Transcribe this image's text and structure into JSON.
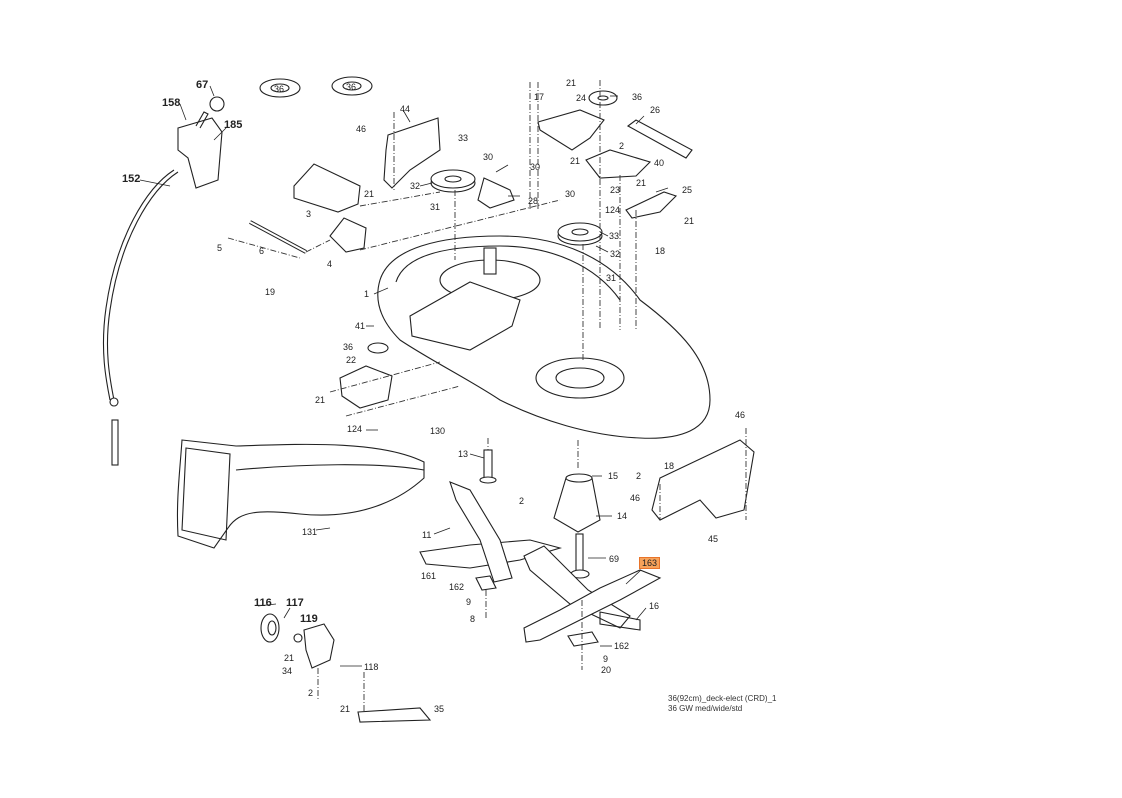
{
  "diagram": {
    "title": "Mower deck exploded parts diagram",
    "caption_line1": "36(92cm)_deck-elect (CRD)_1",
    "caption_line2": "36 GW med/wide/std",
    "highlighted_part": "163",
    "highlight_color": "#f7a25a",
    "labels": {
      "p67": "67",
      "p158": "158",
      "p185": "185",
      "p152": "152",
      "p36a": "36",
      "p36b": "36",
      "p44": "44",
      "p46a": "46",
      "p33a": "33",
      "p30a": "30",
      "p30b": "30",
      "p32a": "32",
      "p31a": "31",
      "p28": "28",
      "p3": "3",
      "p21a": "21",
      "p5": "5",
      "p6": "6",
      "p4": "4",
      "p19": "19",
      "p17": "17",
      "p21b": "21",
      "p24": "24",
      "p36c": "36",
      "p26": "26",
      "p21c": "21",
      "p2a": "2",
      "p40": "40",
      "p23": "23",
      "p21d": "21",
      "p25": "25",
      "p30c": "30",
      "p124a": "124",
      "p21e": "21",
      "p33b": "33",
      "p32b": "32",
      "p31b": "31",
      "p18a": "18",
      "p1": "1",
      "p41": "41",
      "p36d": "36",
      "p22": "22",
      "p21f": "21",
      "p124b": "124",
      "p130": "130",
      "p46b": "46",
      "p13": "13",
      "p18b": "18",
      "p15": "15",
      "p2b": "2",
      "p2c": "2",
      "p46c": "46",
      "p14": "14",
      "p45": "45",
      "p131": "131",
      "p11": "11",
      "p69": "69",
      "p163": "163",
      "p161": "161",
      "p162a": "162",
      "p9a": "9",
      "p8": "8",
      "p16": "16",
      "p162b": "162",
      "p9b": "9",
      "p20": "20",
      "p116": "116",
      "p117": "117",
      "p119": "119",
      "p21g": "21",
      "p34": "34",
      "p118": "118",
      "p2d": "2",
      "p21h": "21",
      "p35": "35"
    }
  }
}
